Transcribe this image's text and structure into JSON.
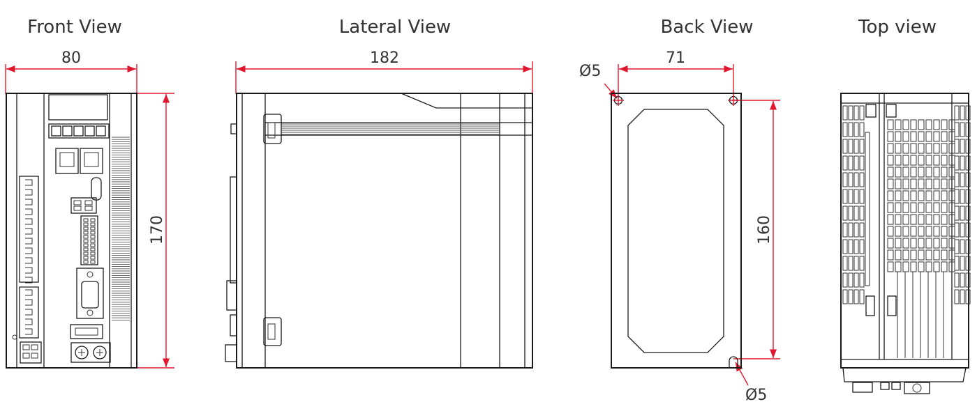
{
  "views": {
    "front": {
      "title": "Front View",
      "width_label": "80",
      "height_label": "170"
    },
    "lateral": {
      "title": "Lateral View",
      "depth_label": "182"
    },
    "back": {
      "title": "Back View",
      "hole_spacing_label": "71",
      "hole_height_label": "160",
      "hole_label_top": "Ø5",
      "hole_label_bottom": "Ø5"
    },
    "top": {
      "title": "Top view"
    }
  },
  "colors": {
    "dimension": "#e0182d",
    "outline": "#1a1a1a",
    "text": "#333333"
  }
}
